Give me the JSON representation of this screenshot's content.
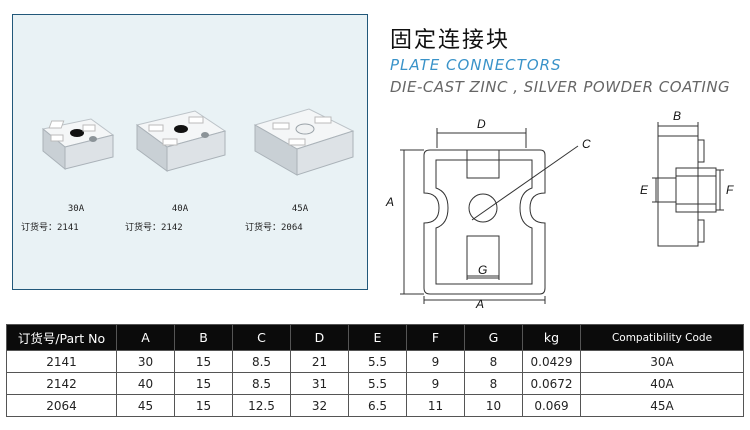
{
  "header": {
    "title_cn": "固定连接块",
    "title_en": "PLATE CONNECTORS",
    "subtitle": "DIE-CAST ZINC , SILVER POWDER COATING"
  },
  "products": [
    {
      "size": "30A",
      "order_label": "订货号：2141"
    },
    {
      "size": "40A",
      "order_label": "订货号：2142"
    },
    {
      "size": "45A",
      "order_label": "订货号：2064"
    }
  ],
  "drawing_labels": {
    "front": {
      "d": "D",
      "c": "C",
      "a_side": "A",
      "g": "G",
      "a_bottom": "A"
    },
    "side": {
      "b": "B",
      "e": "E",
      "f": "F"
    }
  },
  "table": {
    "headers": [
      "订货号/Part No",
      "A",
      "B",
      "C",
      "D",
      "E",
      "F",
      "G",
      "kg",
      "Compatibility Code"
    ],
    "rows": [
      [
        "2141",
        "30",
        "15",
        "8.5",
        "21",
        "5.5",
        "9",
        "8",
        "0.0429",
        "30A"
      ],
      [
        "2142",
        "40",
        "15",
        "8.5",
        "31",
        "5.5",
        "9",
        "8",
        "0.0672",
        "40A"
      ],
      [
        "2064",
        "45",
        "15",
        "12.5",
        "32",
        "6.5",
        "11",
        "10",
        "0.069",
        "45A"
      ]
    ]
  },
  "colors": {
    "accent_blue": "#3a93c9",
    "panel_border": "#22587a",
    "panel_bg": "#e9f2f5",
    "header_bg": "#0b0b0b"
  }
}
